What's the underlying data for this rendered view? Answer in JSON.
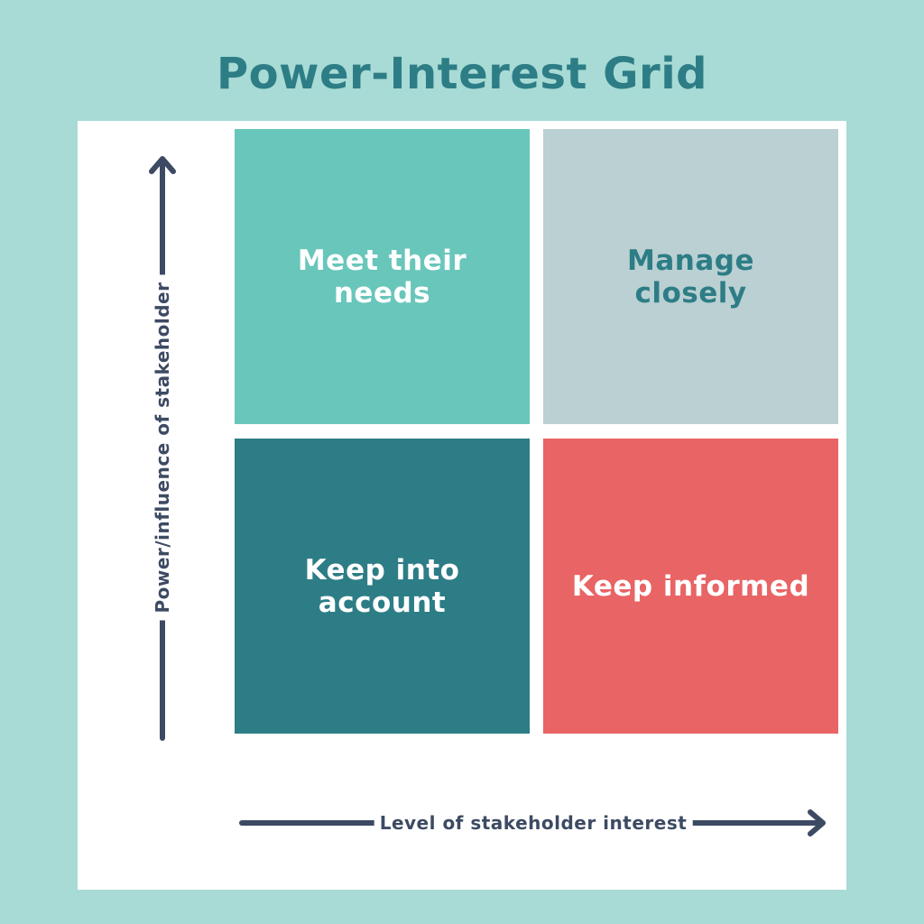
{
  "title": "Power-Interest Grid",
  "colors": {
    "background": "#a8dbd5",
    "title": "#2d7d86",
    "panel": "#ffffff",
    "axis": "#3d4a63"
  },
  "quadrants": {
    "top_left": {
      "label": "Meet their needs",
      "fill": "#69c6bb",
      "text_color": "#ffffff"
    },
    "top_right": {
      "label": "Manage closely",
      "fill": "#bad0d2",
      "text_color": "#2d7d86"
    },
    "bottom_left": {
      "label": "Keep into account",
      "fill": "#2d7d86",
      "text_color": "#ffffff"
    },
    "bottom_right": {
      "label": "Keep informed",
      "fill": "#e96465",
      "text_color": "#ffffff"
    }
  },
  "axes": {
    "y_label": "Power/influence of stakeholder",
    "x_label": "Level of stakeholder interest"
  }
}
